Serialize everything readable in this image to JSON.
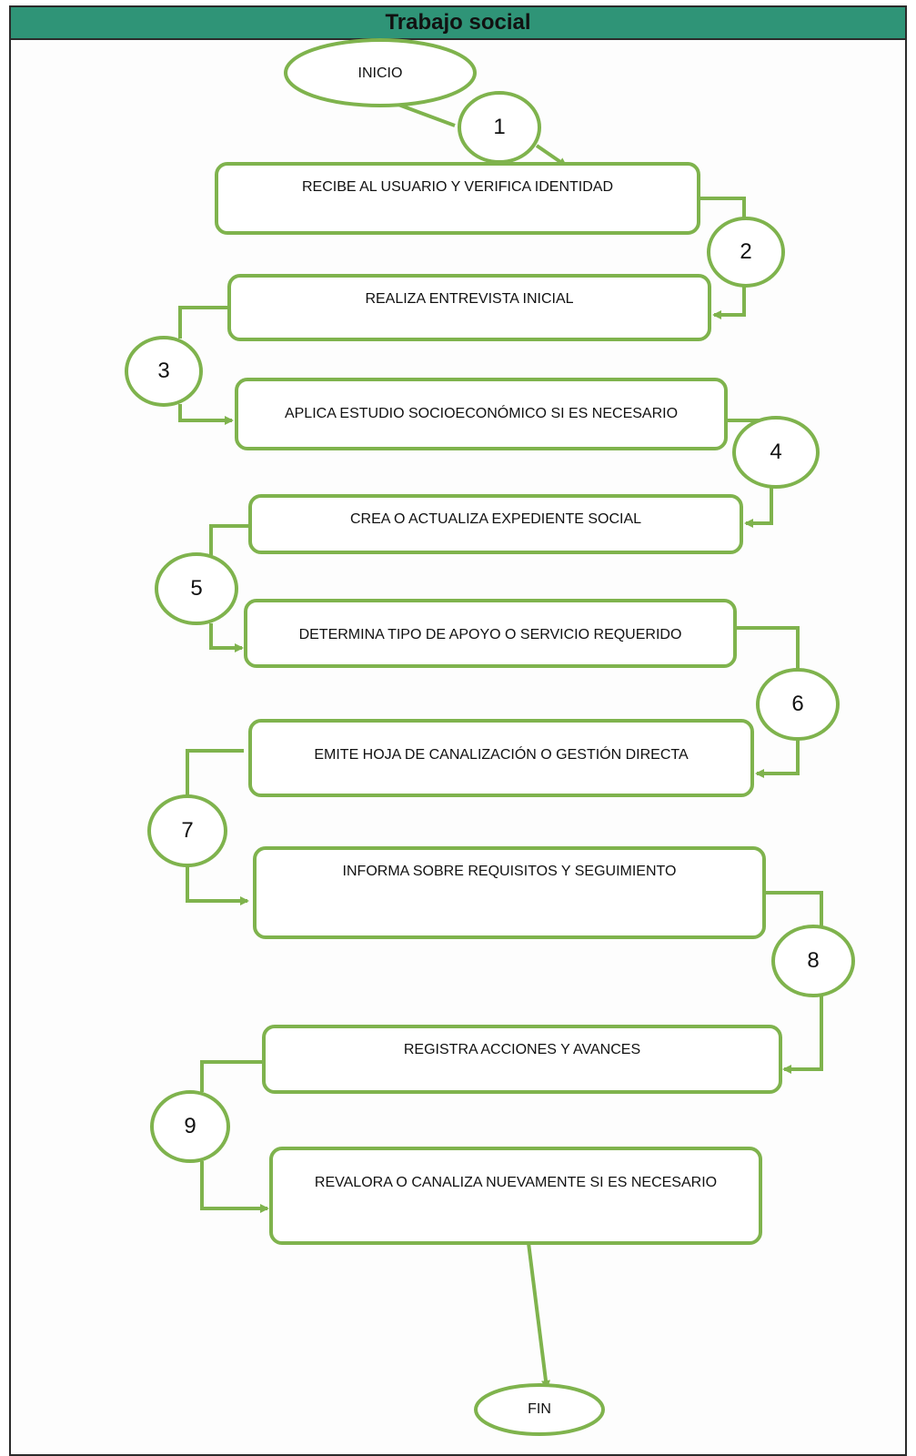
{
  "header": {
    "title": "Trabajo social"
  },
  "terminals": {
    "start": "INICIO",
    "end": "FIN"
  },
  "steps": [
    {
      "number": "1",
      "text": "RECIBE AL USUARIO Y VERIFICA IDENTIDAD"
    },
    {
      "number": "2",
      "text": "REALIZA ENTREVISTA INICIAL"
    },
    {
      "number": "3",
      "text": "APLICA ESTUDIO SOCIOECONÓMICO SI ES NECESARIO"
    },
    {
      "number": "4",
      "text": "CREA O ACTUALIZA EXPEDIENTE SOCIAL"
    },
    {
      "number": "5",
      "text": "DETERMINA TIPO DE APOYO O SERVICIO REQUERIDO"
    },
    {
      "number": "6",
      "text": "EMITE HOJA DE CANALIZACIÓN O GESTIÓN DIRECTA"
    },
    {
      "number": "7",
      "text": "INFORMA SOBRE REQUISITOS Y SEGUIMIENTO"
    },
    {
      "number": "8",
      "text": "REGISTRA ACCIONES Y AVANCES"
    },
    {
      "number": "9",
      "text": "REVALORA O CANALIZA NUEVAMENTE SI ES NECESARIO"
    }
  ],
  "colors": {
    "accent": "#7fb34d",
    "header_bg": "#2f9477",
    "frame": "#2b2b2b"
  }
}
